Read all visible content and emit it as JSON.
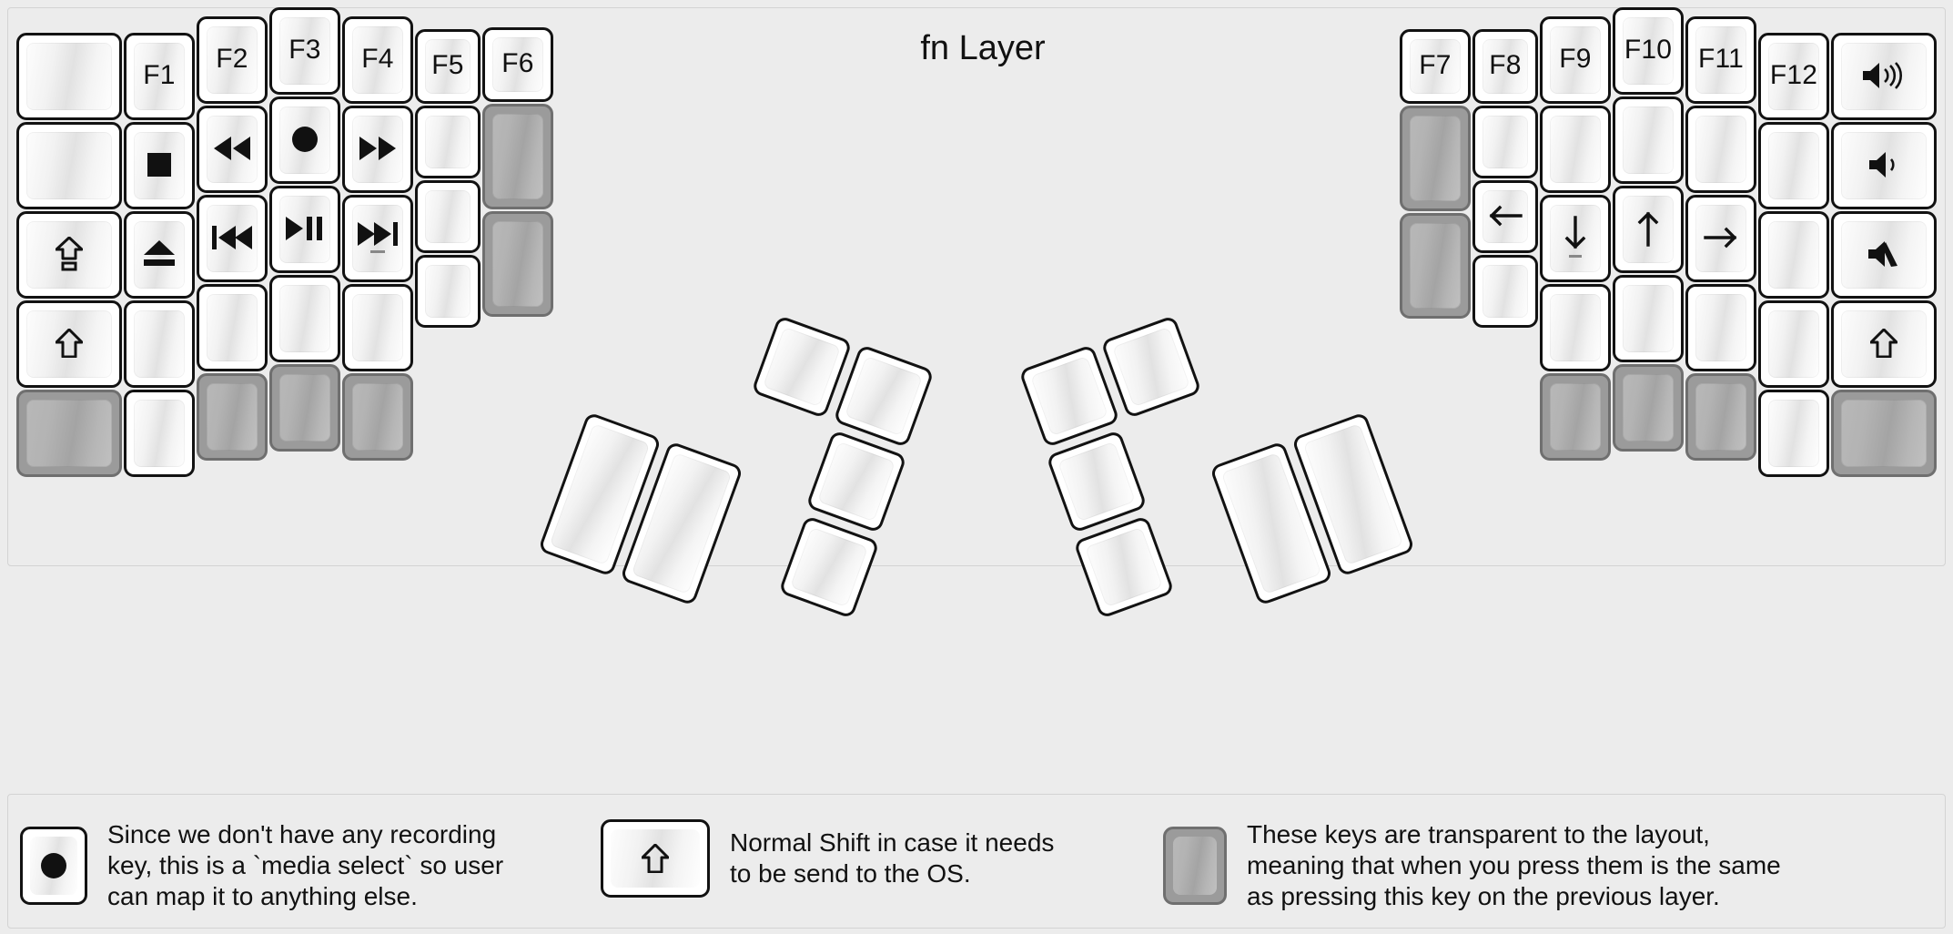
{
  "title": "fn Layer",
  "colors": {
    "background": "#ececec",
    "key_border": "#121212",
    "key_face": "#ffffff",
    "transparent_key": "#9b9b9b",
    "transparent_border": "#6f6f6f",
    "text": "#111111"
  },
  "legend": [
    {
      "key_glyph": "record",
      "key_type": "normal",
      "text": "Since we don't have any recording\nkey, this is a `media select` so user\ncan map it to anything else."
    },
    {
      "key_glyph": "shift",
      "key_type": "normal",
      "text": "Normal Shift in case it needs\nto be send to the OS."
    },
    {
      "key_glyph": "",
      "key_type": "transparent",
      "text": "These keys are transparent to the layout,\nmeaning that when you press them is the same\nas pressing this key on the previous layer."
    }
  ],
  "left_half": {
    "columns": [
      {
        "name": "col-outer",
        "keys": [
          {
            "label": "",
            "glyph": "",
            "type": "normal"
          },
          {
            "label": "",
            "glyph": "",
            "type": "normal"
          },
          {
            "label": "",
            "glyph": "capslock",
            "type": "normal"
          },
          {
            "label": "",
            "glyph": "shift",
            "type": "normal"
          },
          {
            "label": "",
            "glyph": "",
            "type": "transparent"
          }
        ]
      },
      {
        "name": "col-f1",
        "keys": [
          {
            "label": "F1",
            "glyph": "",
            "type": "normal"
          },
          {
            "label": "",
            "glyph": "stop",
            "type": "normal"
          },
          {
            "label": "",
            "glyph": "eject",
            "type": "normal"
          },
          {
            "label": "",
            "glyph": "",
            "type": "normal"
          },
          {
            "label": "",
            "glyph": "",
            "type": "normal"
          }
        ]
      },
      {
        "name": "col-f2",
        "keys": [
          {
            "label": "F2",
            "glyph": "",
            "type": "normal"
          },
          {
            "label": "",
            "glyph": "rewind",
            "type": "normal"
          },
          {
            "label": "",
            "glyph": "prev-track",
            "type": "normal"
          },
          {
            "label": "",
            "glyph": "",
            "type": "normal"
          },
          {
            "label": "",
            "glyph": "",
            "type": "transparent"
          }
        ]
      },
      {
        "name": "col-f3",
        "keys": [
          {
            "label": "F3",
            "glyph": "",
            "type": "normal"
          },
          {
            "label": "",
            "glyph": "record",
            "type": "normal"
          },
          {
            "label": "",
            "glyph": "play-pause",
            "type": "normal"
          },
          {
            "label": "",
            "glyph": "",
            "type": "normal"
          },
          {
            "label": "",
            "glyph": "",
            "type": "transparent"
          }
        ]
      },
      {
        "name": "col-f4",
        "keys": [
          {
            "label": "F4",
            "glyph": "",
            "type": "normal"
          },
          {
            "label": "",
            "glyph": "fast-forward",
            "type": "normal"
          },
          {
            "label": "",
            "glyph": "next-track",
            "type": "normal"
          },
          {
            "label": "",
            "glyph": "",
            "type": "normal"
          },
          {
            "label": "",
            "glyph": "",
            "type": "transparent"
          }
        ]
      },
      {
        "name": "col-f5",
        "keys": [
          {
            "label": "F5",
            "glyph": "",
            "type": "normal"
          },
          {
            "label": "",
            "glyph": "",
            "type": "normal"
          },
          {
            "label": "",
            "glyph": "",
            "type": "normal"
          },
          {
            "label": "",
            "glyph": "",
            "type": "normal"
          }
        ]
      },
      {
        "name": "col-f6",
        "keys": [
          {
            "label": "F6",
            "glyph": "",
            "type": "normal"
          },
          {
            "label": "",
            "glyph": "",
            "type": "transparent"
          },
          {
            "label": "",
            "glyph": "",
            "type": "transparent"
          }
        ]
      }
    ],
    "thumb_cluster_count": 6
  },
  "right_half": {
    "columns": [
      {
        "name": "col-f7",
        "keys": [
          {
            "label": "F7",
            "glyph": "",
            "type": "normal"
          },
          {
            "label": "",
            "glyph": "",
            "type": "transparent"
          },
          {
            "label": "",
            "glyph": "",
            "type": "transparent"
          }
        ]
      },
      {
        "name": "col-f8",
        "keys": [
          {
            "label": "F8",
            "glyph": "",
            "type": "normal"
          },
          {
            "label": "",
            "glyph": "",
            "type": "normal"
          },
          {
            "label": "",
            "glyph": "arrow-left",
            "type": "normal"
          },
          {
            "label": "",
            "glyph": "",
            "type": "normal"
          }
        ]
      },
      {
        "name": "col-f9",
        "keys": [
          {
            "label": "F9",
            "glyph": "",
            "type": "normal"
          },
          {
            "label": "",
            "glyph": "",
            "type": "normal"
          },
          {
            "label": "",
            "glyph": "arrow-down",
            "type": "normal"
          },
          {
            "label": "",
            "glyph": "",
            "type": "normal"
          },
          {
            "label": "",
            "glyph": "",
            "type": "transparent"
          }
        ]
      },
      {
        "name": "col-f10",
        "keys": [
          {
            "label": "F10",
            "glyph": "",
            "type": "normal"
          },
          {
            "label": "",
            "glyph": "",
            "type": "normal"
          },
          {
            "label": "",
            "glyph": "arrow-up",
            "type": "normal"
          },
          {
            "label": "",
            "glyph": "",
            "type": "normal"
          },
          {
            "label": "",
            "glyph": "",
            "type": "transparent"
          }
        ]
      },
      {
        "name": "col-f11",
        "keys": [
          {
            "label": "F11",
            "glyph": "",
            "type": "normal"
          },
          {
            "label": "",
            "glyph": "",
            "type": "normal"
          },
          {
            "label": "",
            "glyph": "arrow-right",
            "type": "normal"
          },
          {
            "label": "",
            "glyph": "",
            "type": "normal"
          },
          {
            "label": "",
            "glyph": "",
            "type": "transparent"
          }
        ]
      },
      {
        "name": "col-f12",
        "keys": [
          {
            "label": "F12",
            "glyph": "",
            "type": "normal"
          },
          {
            "label": "",
            "glyph": "",
            "type": "normal"
          },
          {
            "label": "",
            "glyph": "",
            "type": "normal"
          },
          {
            "label": "",
            "glyph": "",
            "type": "normal"
          },
          {
            "label": "",
            "glyph": "",
            "type": "normal"
          }
        ]
      },
      {
        "name": "col-outer",
        "keys": [
          {
            "label": "",
            "glyph": "volume-up",
            "type": "normal"
          },
          {
            "label": "",
            "glyph": "volume-down",
            "type": "normal"
          },
          {
            "label": "",
            "glyph": "volume-mute",
            "type": "normal"
          },
          {
            "label": "",
            "glyph": "shift",
            "type": "normal"
          },
          {
            "label": "",
            "glyph": "",
            "type": "transparent"
          }
        ]
      }
    ],
    "thumb_cluster_count": 6
  }
}
